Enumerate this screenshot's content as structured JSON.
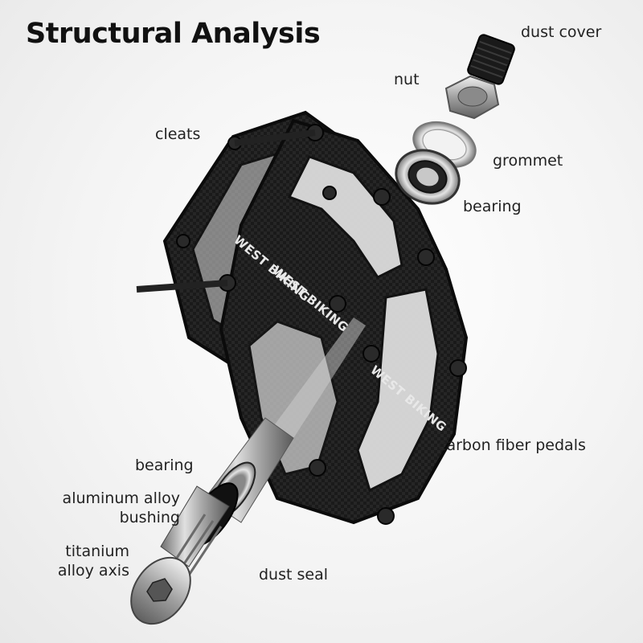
{
  "title": "Structural Analysis",
  "brand_text": "WEST BIKING",
  "parts": {
    "dust_cover": "dust cover",
    "nut": "nut",
    "grommet": "grommet",
    "bearing_top": "bearing",
    "cleats": "cleats",
    "carbon_fiber_pedals": "carbon fiber pedals",
    "bearing_bottom": "bearing",
    "aluminum_alloy_bushing": [
      "aluminum alloy",
      "bushing"
    ],
    "titanium_alloy_axis": [
      "titanium",
      "alloy axis"
    ],
    "dust_seal": "dust seal"
  },
  "colors": {
    "body": "#1c1c1c",
    "pin": "#2a2a2a",
    "metal": "#b8b8b8",
    "text": "#222222"
  }
}
